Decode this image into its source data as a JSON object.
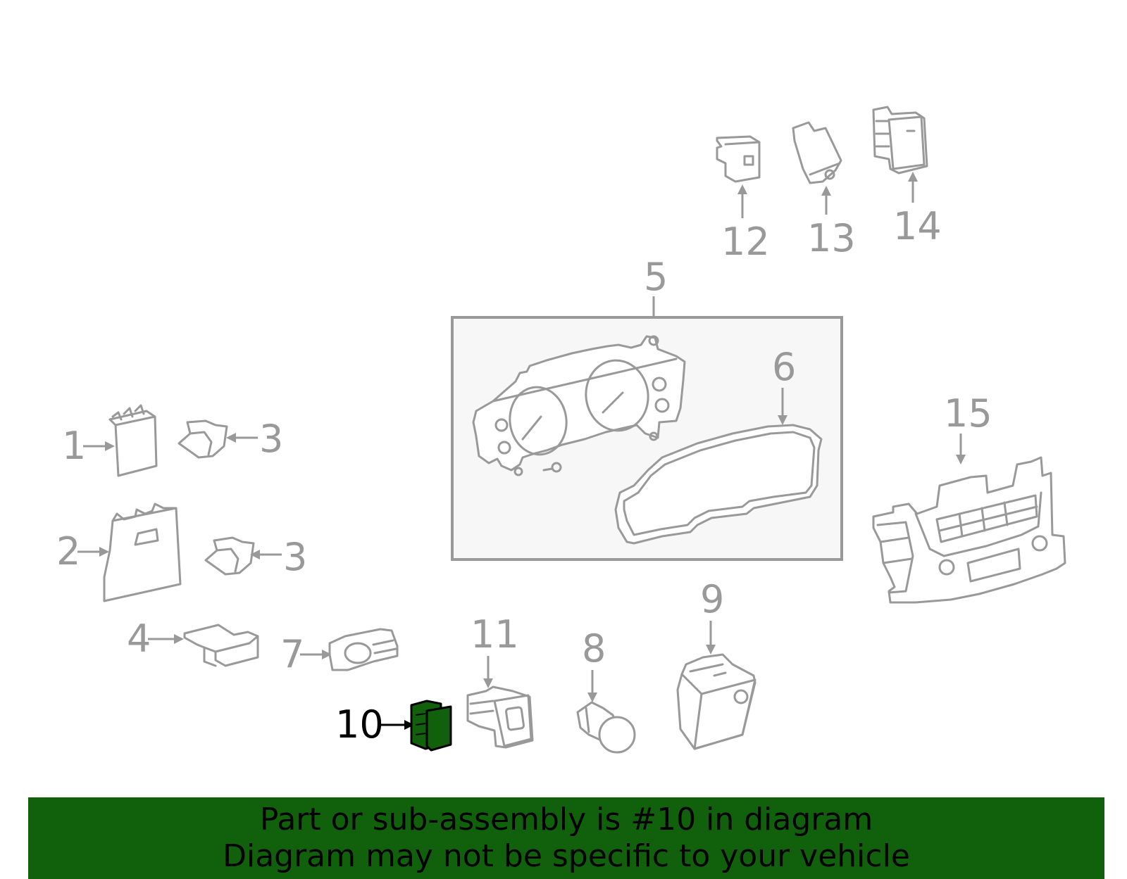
{
  "diagram": {
    "callouts": {
      "c1": "1",
      "c2": "2",
      "c3a": "3",
      "c3b": "3",
      "c4": "4",
      "c5": "5",
      "c6": "6",
      "c7": "7",
      "c8": "8",
      "c9": "9",
      "c10": "10",
      "c11": "11",
      "c12": "12",
      "c13": "13",
      "c14": "14",
      "c15": "15"
    },
    "highlighted_part": "10",
    "colors": {
      "line_gray": "#999999",
      "highlight_green": "#11600c",
      "assembly_box_fill": "#f7f7f7"
    }
  },
  "banner": {
    "line1": "Part or sub-assembly is #10 in diagram",
    "line2": "Diagram may not be specific to your vehicle"
  }
}
